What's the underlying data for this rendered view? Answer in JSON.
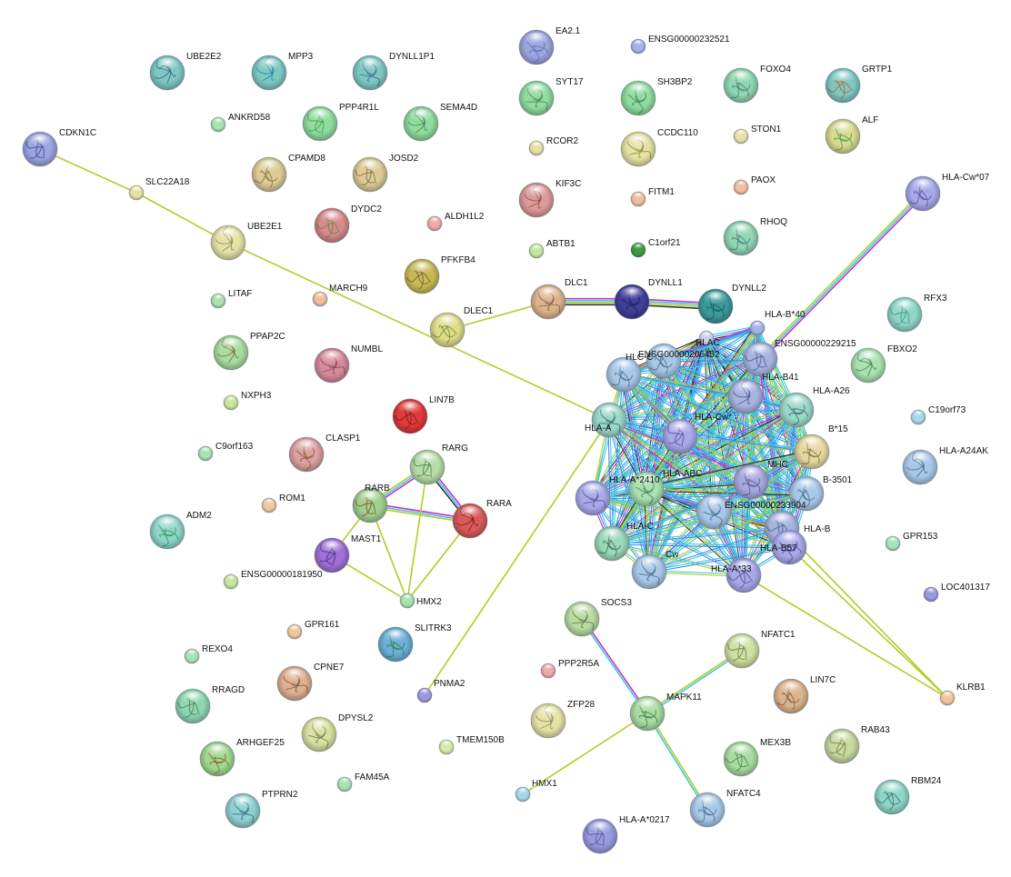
{
  "nodes": [
    {
      "id": "UBE2E2",
      "label": "UBE2E2",
      "color": "#7ec8c2",
      "size": "big",
      "emb": "#37608a"
    },
    {
      "id": "MPP3",
      "label": "MPP3",
      "color": "#7ec8c2",
      "size": "big",
      "emb": "#1f7fb0"
    },
    {
      "id": "DYNLL1P1",
      "label": "DYNLL1P1",
      "color": "#7ec8c2",
      "size": "big",
      "emb": "#46608c"
    },
    {
      "id": "EA2.1",
      "label": "EA2.1",
      "color": "#9aa6e0",
      "size": "big",
      "emb": "#6b6fb3"
    },
    {
      "id": "ENSG00000232521",
      "label": "ENSG00000232521",
      "color": "#a8b2ea",
      "size": "small"
    },
    {
      "id": "ANKRD58",
      "label": "ANKRD58",
      "color": "#a9e2b0",
      "size": "small"
    },
    {
      "id": "PPP4R1L",
      "label": "PPP4R1L",
      "color": "#8fdc9e",
      "size": "big",
      "emb": "#3f9c4a"
    },
    {
      "id": "SEMA4D",
      "label": "SEMA4D",
      "color": "#8fdc9e",
      "size": "big",
      "emb": "#4a7e5c"
    },
    {
      "id": "SYT17",
      "label": "SYT17",
      "color": "#8fdc9e",
      "size": "big",
      "emb": "#4b7c5d"
    },
    {
      "id": "SH3BP2",
      "label": "SH3BP2",
      "color": "#8fdc9e",
      "size": "big",
      "emb": "#4b7c5d"
    },
    {
      "id": "FOXO4",
      "label": "FOXO4",
      "color": "#8fd6b2",
      "size": "big",
      "emb": "#4b7c70"
    },
    {
      "id": "GRTP1",
      "label": "GRTP1",
      "color": "#7ec8c2",
      "size": "big",
      "emb": "#b4642e"
    },
    {
      "id": "CDKN1C",
      "label": "CDKN1C",
      "color": "#9aa6e0",
      "size": "big",
      "emb": "#3b4c8a"
    },
    {
      "id": "RCOR2",
      "label": "RCOR2",
      "color": "#e6e2a6",
      "size": "small"
    },
    {
      "id": "CCDC110",
      "label": "CCDC110",
      "color": "#e6e2a6",
      "size": "big",
      "emb": "#8a8a40"
    },
    {
      "id": "STON1",
      "label": "STON1",
      "color": "#e6e2a6",
      "size": "small"
    },
    {
      "id": "ALF",
      "label": "ALF",
      "color": "#d8da8e",
      "size": "big",
      "emb": "#4a9a4a"
    },
    {
      "id": "CPAMD8",
      "label": "CPAMD8",
      "color": "#dccb94",
      "size": "big",
      "emb": "#7a6a48"
    },
    {
      "id": "JOSD2",
      "label": "JOSD2",
      "color": "#dccb94",
      "size": "big",
      "emb": "#7a6a48"
    },
    {
      "id": "SLC22A18",
      "label": "SLC22A18",
      "color": "#e6e2a6",
      "size": "small"
    },
    {
      "id": "KIF3C",
      "label": "KIF3C",
      "color": "#dc9a9a",
      "size": "big",
      "emb": "#8a5050"
    },
    {
      "id": "FITM1",
      "label": "FITM1",
      "color": "#f0bea0",
      "size": "small"
    },
    {
      "id": "PAOX",
      "label": "PAOX",
      "color": "#f0bea0",
      "size": "small"
    },
    {
      "id": "HLA-Cw*07",
      "label": "HLA-Cw*07",
      "color": "#a8a8ea",
      "size": "big",
      "emb": "#555590"
    },
    {
      "id": "DYDC2",
      "label": "DYDC2",
      "color": "#d88a8a",
      "size": "big",
      "emb": "#5a8a4a"
    },
    {
      "id": "ALDH1L2",
      "label": "ALDH1L2",
      "color": "#f0a8a8",
      "size": "small"
    },
    {
      "id": "UBE2E1",
      "label": "UBE2E1",
      "color": "#e6e2a6",
      "size": "big",
      "emb": "#8a8a5a"
    },
    {
      "id": "ABTB1",
      "label": "ABTB1",
      "color": "#c6e6a0",
      "size": "small"
    },
    {
      "id": "C1orf21",
      "label": "C1orf21",
      "color": "#3f9a3f",
      "size": "small"
    },
    {
      "id": "RHOQ",
      "label": "RHOQ",
      "color": "#8fd6b2",
      "size": "big",
      "emb": "#4b7c70"
    },
    {
      "id": "PFKFB4",
      "label": "PFKFB4",
      "color": "#c8ba54",
      "size": "big",
      "emb": "#6a6030"
    },
    {
      "id": "LITAF",
      "label": "LITAF",
      "color": "#a9e2b0",
      "size": "small"
    },
    {
      "id": "MARCH9",
      "label": "MARCH9",
      "color": "#f0bea0",
      "size": "small"
    },
    {
      "id": "DLC1",
      "label": "DLC1",
      "color": "#dcb48c",
      "size": "big",
      "emb": "#7a6048"
    },
    {
      "id": "DYNLL1",
      "label": "DYNLL1",
      "color": "#40409a",
      "size": "big",
      "emb": "#20205a"
    },
    {
      "id": "DYNLL2",
      "label": "DYNLL2",
      "color": "#3a9a9a",
      "size": "big",
      "emb": "#1a5a5a"
    },
    {
      "id": "DLEC1",
      "label": "DLEC1",
      "color": "#e0dc8a",
      "size": "big",
      "emb": "#6a8a30"
    },
    {
      "id": "RFX3",
      "label": "RFX3",
      "color": "#8fd6c8",
      "size": "big",
      "emb": "#3a9a7a"
    },
    {
      "id": "PPAP2C",
      "label": "PPAP2C",
      "color": "#a8dca0",
      "size": "big",
      "emb": "#7a6a30"
    },
    {
      "id": "NUMBL",
      "label": "NUMBL",
      "color": "#d88a9a",
      "size": "big",
      "emb": "#7a4a5a"
    },
    {
      "id": "HLAC",
      "label": "HLAC",
      "color": "#c8d0ee",
      "size": "small"
    },
    {
      "id": "HLA-B*40",
      "label": "HLA-B*40",
      "color": "#a8b4e8",
      "size": "small"
    },
    {
      "id": "ENSG00000206452",
      "label": "ENSG00000206452",
      "color": "#a8c8e8",
      "size": "big",
      "emb": "#4a6a8a"
    },
    {
      "id": "ENSG00000229215",
      "label": "ENSG00000229215",
      "color": "#a8b4e0",
      "size": "big",
      "emb": "#4a5a8a"
    },
    {
      "id": "FBXO2",
      "label": "FBXO2",
      "color": "#a9e2b0",
      "size": "big",
      "emb": "#4a7c5a"
    },
    {
      "id": "HLA-B41",
      "label": "HLA-B41",
      "color": "#a8b4e0",
      "size": "big",
      "emb": "#4a5a8a"
    },
    {
      "id": "NXPH3",
      "label": "NXPH3",
      "color": "#c6e6a0",
      "size": "small"
    },
    {
      "id": "HLA-A26",
      "label": "HLA-A26",
      "color": "#9ad8c8",
      "size": "big",
      "emb": "#3a6a6a"
    },
    {
      "id": "HLC-C",
      "label": "HLC-C",
      "color": "#a8c8e8",
      "size": "big",
      "emb": "#4a6a8a"
    },
    {
      "id": "LIN7B",
      "label": "LIN7B",
      "color": "#e03a3a",
      "size": "big",
      "emb": "#7a1a1a"
    },
    {
      "id": "HLA-Cw*",
      "label": "HLA-Cw*",
      "color": "#a8a8ea",
      "size": "big",
      "emb": "#555590"
    },
    {
      "id": "C19orf73",
      "label": "C19orf73",
      "color": "#a8d8e8",
      "size": "small"
    },
    {
      "id": "HLA-A",
      "label": "HLA-A",
      "color": "#9ad8c8",
      "size": "big",
      "emb": "#3a6a6a"
    },
    {
      "id": "CLASP1",
      "label": "CLASP1",
      "color": "#dca0a0",
      "size": "big",
      "emb": "#8a5a30"
    },
    {
      "id": "B*15",
      "label": "B*15",
      "color": "#e8d8a0",
      "size": "big",
      "emb": "#7a6a48"
    },
    {
      "id": "C9orf163",
      "label": "C9orf163",
      "color": "#a9e2b0",
      "size": "small"
    },
    {
      "id": "RARG",
      "label": "RARG",
      "color": "#b8dca8",
      "size": "big",
      "emb": "#4a7a4a"
    },
    {
      "id": "HLA-A24AK",
      "label": "HLA-A24AK",
      "color": "#a8c8e8",
      "size": "big",
      "emb": "#4a6a8a"
    },
    {
      "id": "HLA-A*2410",
      "label": "HLA-A*2410",
      "color": "#a8a8ea",
      "size": "big",
      "emb": "#555590"
    },
    {
      "id": "HLA-ABC",
      "label": "HLA-ABC",
      "color": "#a9e2b0",
      "size": "big",
      "emb": "#4a7c5a"
    },
    {
      "id": "MHC",
      "label": "MHC",
      "color": "#a8a8e0",
      "size": "big",
      "emb": "#555590"
    },
    {
      "id": "B-3501",
      "label": "B-3501",
      "color": "#a8c8e8",
      "size": "big",
      "emb": "#4a6a8a"
    },
    {
      "id": "RARB",
      "label": "RARB",
      "color": "#a0d090",
      "size": "big",
      "emb": "#8a4a2a"
    },
    {
      "id": "RARA",
      "label": "RARA",
      "color": "#d85a5a",
      "size": "big",
      "emb": "#8a1a1a"
    },
    {
      "id": "ROM1",
      "label": "ROM1",
      "color": "#f0c8a0",
      "size": "small"
    },
    {
      "id": "ENSG00000233904",
      "label": "ENSG00000233904",
      "color": "#a8c8e8",
      "size": "big",
      "emb": "#4a6a8a"
    },
    {
      "id": "ADM2",
      "label": "ADM2",
      "color": "#8fd6c8",
      "size": "big",
      "emb": "#2a9a5a"
    },
    {
      "id": "HLA-C",
      "label": "HLA-C",
      "color": "#9ad8b8",
      "size": "big",
      "emb": "#3a6a5a"
    },
    {
      "id": "HLA-B",
      "label": "HLA-B",
      "color": "#a8b4e0",
      "size": "big",
      "emb": "#4a5a8a"
    },
    {
      "id": "MAST1",
      "label": "MAST1",
      "color": "#a070d8",
      "size": "big",
      "emb": "#4a2a7a"
    },
    {
      "id": "GPR153",
      "label": "GPR153",
      "color": "#a9e2c0",
      "size": "small"
    },
    {
      "id": "Cw",
      "label": "Cw",
      "color": "#a8c8e8",
      "size": "big",
      "emb": "#4a6a8a"
    },
    {
      "id": "HLA-B57",
      "label": "HLA-B57",
      "color": "#a8a8ea",
      "size": "big",
      "emb": "#555590"
    },
    {
      "id": "ENSG00000181950",
      "label": "ENSG00000181950",
      "color": "#c6e6a0",
      "size": "small"
    },
    {
      "id": "HLA-A*33",
      "label": "HLA-A*33",
      "color": "#a8a8ea",
      "size": "big",
      "emb": "#555590"
    },
    {
      "id": "HMX2",
      "label": "HMX2",
      "color": "#a9e2b0",
      "size": "small"
    },
    {
      "id": "LOC401317",
      "label": "LOC401317",
      "color": "#9a9ae0",
      "size": "small"
    },
    {
      "id": "SOCS3",
      "label": "SOCS3",
      "color": "#b8dca0",
      "size": "big",
      "emb": "#5a7a4a"
    },
    {
      "id": "GPR161",
      "label": "GPR161",
      "color": "#f0c8a0",
      "size": "small"
    },
    {
      "id": "SLITRK3",
      "label": "SLITRK3",
      "color": "#6ab0d8",
      "size": "big",
      "emb": "#3a7a3a"
    },
    {
      "id": "REXO4",
      "label": "REXO4",
      "color": "#a9e2c0",
      "size": "small"
    },
    {
      "id": "NFATC1",
      "label": "NFATC1",
      "color": "#d0e0a0",
      "size": "big",
      "emb": "#6a7a4a"
    },
    {
      "id": "PPP2R5A",
      "label": "PPP2R5A",
      "color": "#f0a8a8",
      "size": "small"
    },
    {
      "id": "CPNE7",
      "label": "CPNE7",
      "color": "#e0b090",
      "size": "big",
      "emb": "#7a5a40"
    },
    {
      "id": "PNMA2",
      "label": "PNMA2",
      "color": "#9a9ae0",
      "size": "small"
    },
    {
      "id": "MAPK11",
      "label": "MAPK11",
      "color": "#a8dca0",
      "size": "big",
      "emb": "#4a7a4a"
    },
    {
      "id": "LIN7C",
      "label": "LIN7C",
      "color": "#dcb48c",
      "size": "big",
      "emb": "#7a6048"
    },
    {
      "id": "RRAGD",
      "label": "RRAGD",
      "color": "#8fd6b2",
      "size": "big",
      "emb": "#4a7a5a"
    },
    {
      "id": "KLRB1",
      "label": "KLRB1",
      "color": "#f0c8a0",
      "size": "small"
    },
    {
      "id": "ZFP28",
      "label": "ZFP28",
      "color": "#e6e2a6",
      "size": "big",
      "emb": "#8a8a5a"
    },
    {
      "id": "DPYSL2",
      "label": "DPYSL2",
      "color": "#d8e0a0",
      "size": "big",
      "emb": "#7a7a48"
    },
    {
      "id": "ARHGEF25",
      "label": "ARHGEF25",
      "color": "#a0d890",
      "size": "big",
      "emb": "#8a5a2a"
    },
    {
      "id": "TMEM150B",
      "label": "TMEM150B",
      "color": "#d8e8a8",
      "size": "small"
    },
    {
      "id": "MEX3B",
      "label": "MEX3B",
      "color": "#a8dca0",
      "size": "big",
      "emb": "#4a7a4a"
    },
    {
      "id": "RAB43",
      "label": "RAB43",
      "color": "#c8d8a0",
      "size": "big",
      "emb": "#7a7a48"
    },
    {
      "id": "FAM45A",
      "label": "FAM45A",
      "color": "#a9e2b0",
      "size": "small"
    },
    {
      "id": "PTPRN2",
      "label": "PTPRN2",
      "color": "#8fd0d0",
      "size": "big",
      "emb": "#3a6a7a"
    },
    {
      "id": "HMX1",
      "label": "HMX1",
      "color": "#a8d8e8",
      "size": "small"
    },
    {
      "id": "NFATC4",
      "label": "NFATC4",
      "color": "#a8c8e8",
      "size": "big",
      "emb": "#4a6a8a"
    },
    {
      "id": "RBM24",
      "label": "RBM24",
      "color": "#8fd6c8",
      "size": "big",
      "emb": "#3a6a6a"
    },
    {
      "id": "HLA-A*0217",
      "label": "HLA-A*0217",
      "color": "#9a9ae0",
      "size": "big",
      "emb": "#555590"
    }
  ],
  "edges": [
    {
      "from": "CDKN1C",
      "to": "SLC22A18",
      "colors": [
        "#b4cc28"
      ]
    },
    {
      "from": "SLC22A18",
      "to": "UBE2E1",
      "colors": [
        "#b4cc28"
      ]
    },
    {
      "from": "UBE2E1",
      "to": "HLA-A",
      "colors": [
        "#b4cc28"
      ]
    },
    {
      "from": "HLA-A",
      "to": "PNMA2",
      "colors": [
        "#b4cc28"
      ]
    },
    {
      "from": "DLEC1",
      "to": "DLC1",
      "colors": [
        "#b4cc28"
      ]
    },
    {
      "from": "DLC1",
      "to": "DYNLL1",
      "colors": [
        "#c832c8",
        "#3cc8e6",
        "#b4cc28",
        "#333333"
      ]
    },
    {
      "from": "DYNLL1",
      "to": "DYNLL2",
      "colors": [
        "#c832c8",
        "#3cc8e6",
        "#b4cc28",
        "#333333"
      ]
    },
    {
      "from": "HLA-Cw*07",
      "to": "ENSG00000229215",
      "colors": [
        "#c832c8",
        "#3cc8e6",
        "#b4cc28"
      ]
    },
    {
      "from": "RARG",
      "to": "RARB",
      "colors": [
        "#c832c8",
        "#3cc8e6",
        "#b4cc28"
      ]
    },
    {
      "from": "RARG",
      "to": "RARA",
      "colors": [
        "#c832c8",
        "#3cc8e6",
        "#333333"
      ]
    },
    {
      "from": "RARB",
      "to": "RARA",
      "colors": [
        "#c832c8",
        "#3cc8e6",
        "#b4cc28"
      ]
    },
    {
      "from": "RARB",
      "to": "HMX2",
      "colors": [
        "#b4cc28"
      ]
    },
    {
      "from": "RARG",
      "to": "HMX2",
      "colors": [
        "#b4cc28"
      ]
    },
    {
      "from": "RARA",
      "to": "HMX2",
      "colors": [
        "#b4cc28"
      ]
    },
    {
      "from": "MAST1",
      "to": "HMX2",
      "colors": [
        "#b4cc28"
      ]
    },
    {
      "from": "RARB",
      "to": "MAST1",
      "colors": [
        "#b4cc28"
      ]
    },
    {
      "from": "SOCS3",
      "to": "MAPK11",
      "colors": [
        "#c832c8",
        "#3cc8e6"
      ]
    },
    {
      "from": "MAPK11",
      "to": "NFATC1",
      "colors": [
        "#b4cc28",
        "#3cc8e6"
      ]
    },
    {
      "from": "MAPK11",
      "to": "NFATC4",
      "colors": [
        "#b4cc28",
        "#3cc8e6"
      ]
    },
    {
      "from": "MAPK11",
      "to": "HMX1",
      "colors": [
        "#b4cc28"
      ]
    },
    {
      "from": "HLA-B57",
      "to": "KLRB1",
      "colors": [
        "#b4cc28"
      ]
    },
    {
      "from": "HLA-B",
      "to": "KLRB1",
      "colors": [
        "#b4cc28"
      ]
    },
    {
      "from": "HLA-A*33",
      "to": "KLRB1",
      "colors": [
        "#b4cc28"
      ]
    }
  ],
  "cluster": {
    "members": [
      "HLAC",
      "HLA-B*40",
      "ENSG00000206452",
      "ENSG00000229215",
      "HLA-B41",
      "HLA-A26",
      "HLC-C",
      "HLA-Cw*",
      "HLA-A",
      "B*15",
      "HLA-A*2410",
      "HLA-ABC",
      "MHC",
      "B-3501",
      "ENSG00000233904",
      "HLA-C",
      "HLA-B",
      "Cw",
      "HLA-B57",
      "HLA-A*33"
    ],
    "edge_colors": [
      "#3cc8e6",
      "#b4cc28",
      "#c832c8",
      "#333333",
      "#4a8ae6"
    ]
  }
}
